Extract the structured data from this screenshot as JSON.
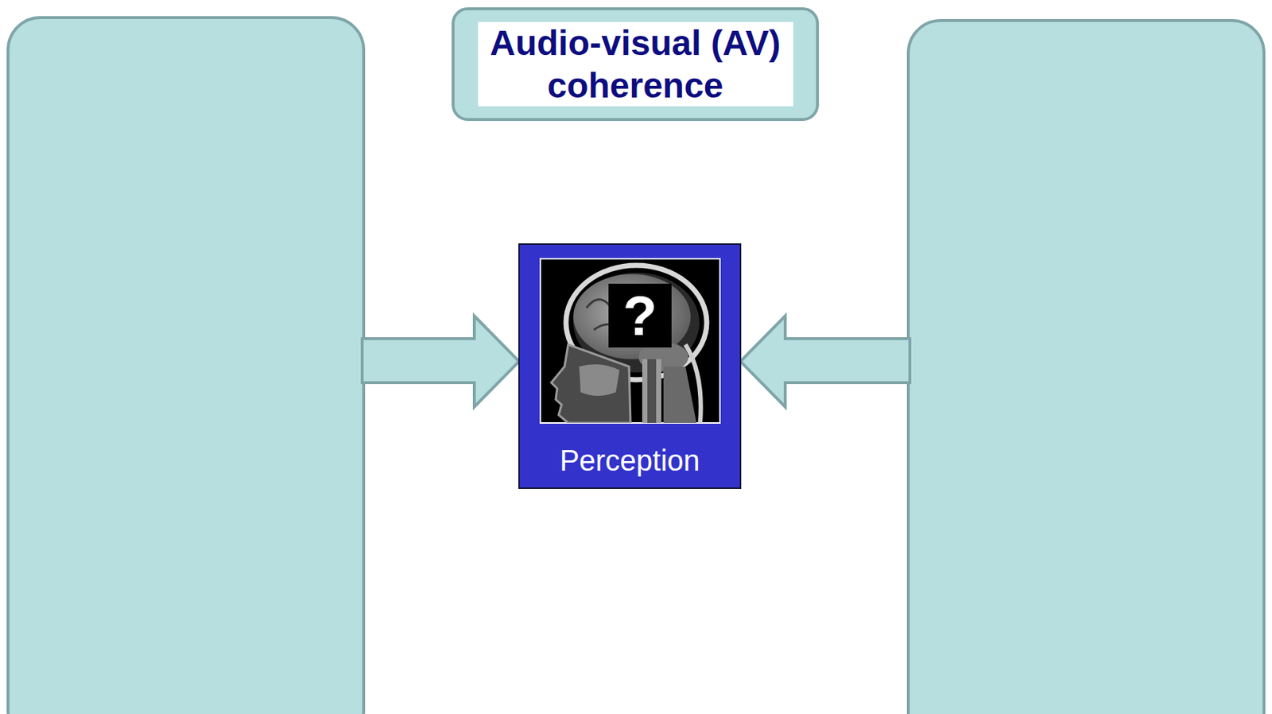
{
  "diagram": {
    "nodes": [
      {
        "text": [
          "Audio-visual (AV) coherence"
        ]
      },
      {
        "text": [
          "Perception"
        ]
      }
    ],
    "labels": [
      "?"
    ]
  }
}
